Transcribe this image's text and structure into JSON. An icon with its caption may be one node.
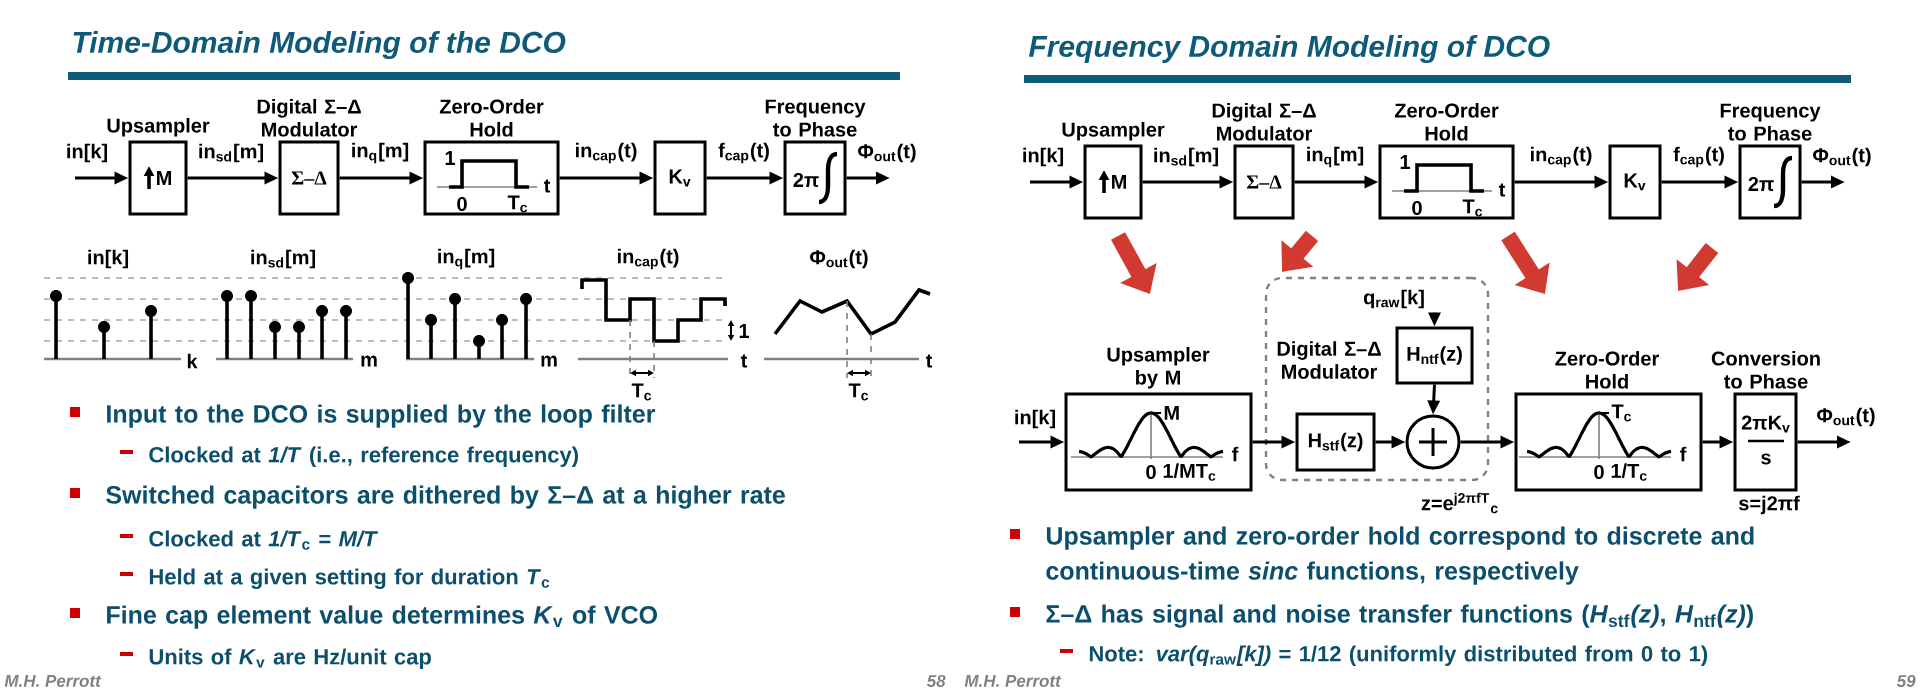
{
  "diagram": {
    "nodes": [
      {
        "text": [
          "Upsampler",
          "M"
        ]
      },
      {
        "text": [
          "Digital Σ–Δ Modulator",
          "Σ–Δ"
        ]
      },
      {
        "text": [
          "Zero-Order Hold",
          "1",
          "0",
          "T$_{c}$",
          "t"
        ]
      },
      {
        "text": [
          "K$_{v}$"
        ]
      },
      {
        "text": [
          "Frequency to Phase",
          "2π"
        ]
      },
      {
        "text": [
          "Upsampler",
          "M"
        ]
      },
      {
        "text": [
          "Digital Σ–Δ Modulator",
          "Σ–Δ"
        ]
      },
      {
        "text": [
          "Zero-Order Hold",
          "1",
          "0",
          "T$_{c}$",
          "t"
        ]
      },
      {
        "text": [
          "K$_{v}$"
        ]
      },
      {
        "text": [
          "Frequency to Phase",
          "2π"
        ]
      },
      {
        "text": [
          "Upsampler by M",
          "M",
          "0",
          "1/MT$_{c}$",
          "f"
        ]
      },
      {
        "text": [
          "Digital Σ–Δ Modulator"
        ],
        "beside": [
          "z=e$^{j2πfT}$$_{c}$"
        ]
      },
      {
        "text": [
          "q$_{raw}$[k]"
        ],
        "in": 11
      },
      {
        "text": [
          "H$_{ntf}$(z)"
        ],
        "in": 11
      },
      {
        "text": [
          "H$_{stf}$(z)"
        ],
        "in": 11
      },
      {
        "text": [],
        "shape": "circle",
        "in": 11
      },
      {
        "text": [
          "Zero-Order Hold",
          "T$_{c}$",
          "0",
          "1/T$_{c}$",
          "f"
        ]
      },
      {
        "text": [
          "Conversion to Phase",
          "2πK$_{v}$",
          "s"
        ],
        "beside": [
          "s=j2πf"
        ]
      }
    ],
    "edges": [
      {
        "from": null,
        "to": 0,
        "arrow": "to",
        "label": "in[k]"
      },
      {
        "from": 0,
        "to": 1,
        "arrow": "to",
        "label": "in$_{sd}$[m]"
      },
      {
        "from": 1,
        "to": 2,
        "arrow": "to",
        "label": "in$_{q}$[m]"
      },
      {
        "from": 2,
        "to": 3,
        "arrow": "to",
        "label": "in$_{cap}$(t)"
      },
      {
        "from": 3,
        "to": 4,
        "arrow": "to",
        "label": "f$_{cap}$(t)"
      },
      {
        "from": 4,
        "to": null,
        "arrow": "to",
        "label": "Φ$_{out}$(t)"
      },
      {
        "from": null,
        "to": 5,
        "arrow": "to",
        "label": "in[k]"
      },
      {
        "from": 5,
        "to": 6,
        "arrow": "to",
        "label": "in$_{sd}$[m]"
      },
      {
        "from": 6,
        "to": 7,
        "arrow": "to",
        "label": "in$_{q}$[m]"
      },
      {
        "from": 7,
        "to": 8,
        "arrow": "to",
        "label": "in$_{cap}$(t)"
      },
      {
        "from": 8,
        "to": 9,
        "arrow": "to",
        "label": "f$_{cap}$(t)"
      },
      {
        "from": 9,
        "to": null,
        "arrow": "to",
        "label": "Φ$_{out}$(t)"
      },
      {
        "from": null,
        "to": 10,
        "arrow": "to",
        "label": "in[k]"
      },
      {
        "from": 10,
        "to": 14,
        "arrow": "to"
      },
      {
        "from": 12,
        "to": 13,
        "arrow": "to"
      },
      {
        "from": 13,
        "to": 15,
        "arrow": "to"
      },
      {
        "from": 14,
        "to": 15,
        "arrow": "to"
      },
      {
        "from": 15,
        "to": 16,
        "arrow": "to"
      },
      {
        "from": 16,
        "to": 17,
        "arrow": "to"
      },
      {
        "from": 17,
        "to": null,
        "arrow": "to",
        "label": "Φ$_{out}$(t)"
      }
    ],
    "labels": [
      "Time-Domain Modeling of the DCO",
      "in[k]",
      "in$_{sd}$[m]",
      "in$_{q}$[m]",
      "in$_{cap}$(t)",
      "Φ$_{out}$(t)",
      "k",
      "m",
      "m",
      "1",
      "t",
      "t",
      "T$_{c}$",
      "T$_{c}$",
      "Input to the DCO is supplied by the loop filter",
      "Clocked at *1/T* (i.e., reference frequency)",
      "Switched capacitors are dithered by Σ–Δ at a higher rate",
      "Clocked at *1/T*$_{c}$ = *M/T*",
      "Held at a given setting for duration *T*$_{c}$",
      "Fine cap element value determines *K*$_{v}$ of VCO",
      "Units of *K*$_{v}$ are Hz/unit cap",
      "M.H. Perrott",
      "58",
      "Frequency Domain Modeling of DCO",
      "Upsampler and zero-order hold correspond to discrete and continuous-time *sinc* functions, respectively",
      "Σ–Δ has signal and noise transfer functions (*H*$_{stf}$*(z)*, *H*$_{ntf}$*(z)*)",
      "Note: *var(q*$_{raw}$*[k])* = 1/12 (uniformly distributed from 0 to 1)",
      "M.H. Perrott",
      "59"
    ]
  }
}
